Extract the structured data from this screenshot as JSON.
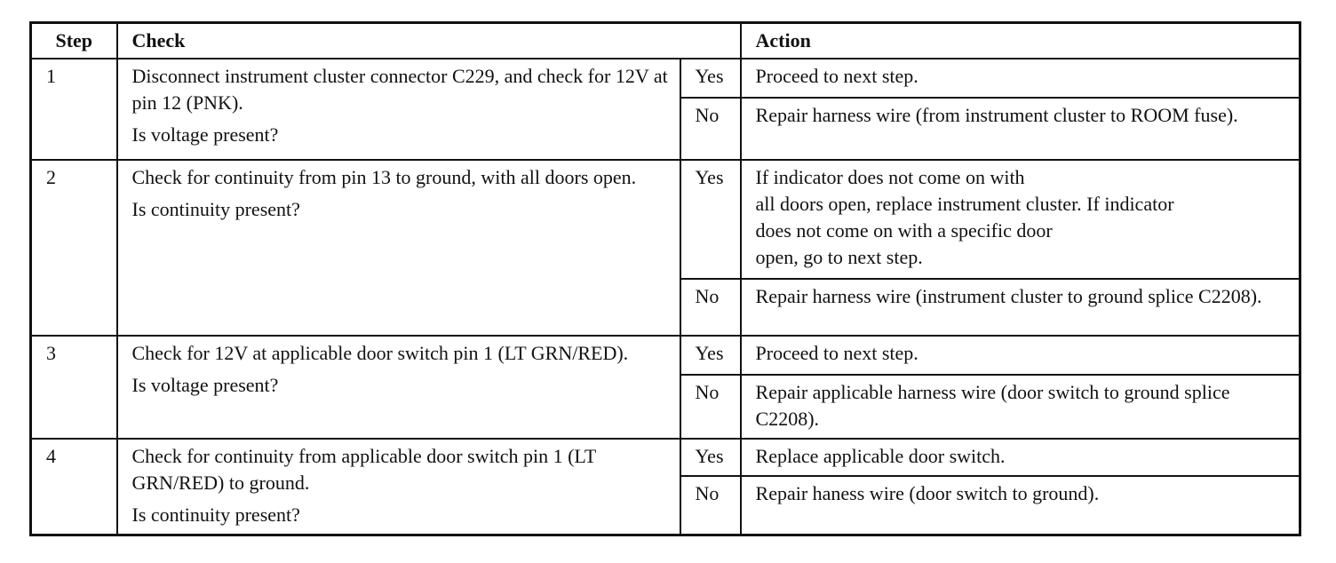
{
  "headers": {
    "step": "Step",
    "check": "Check",
    "action": "Action"
  },
  "rows": [
    {
      "step": "1",
      "check": "Disconnect instrument cluster connector C229, and check for 12V at pin 12 (PNK).",
      "question": "Is voltage present?",
      "yes_label": "Yes",
      "yes_action": "Proceed to next step.",
      "no_label": "No",
      "no_action": "Repair harness wire (from instrument cluster to ROOM fuse)."
    },
    {
      "step": "2",
      "check": "Check for continuity from pin 13 to ground, with all doors open.",
      "question": "Is continuity present?",
      "yes_label": "Yes",
      "yes_action": "If indicator does not come on with\nall doors open, replace instrument cluster.  If indicator\ndoes not come on with a specific door\nopen, go to next step.",
      "no_label": "No",
      "no_action": "Repair harness wire (instrument cluster to ground splice C2208)."
    },
    {
      "step": "3",
      "check": "Check for 12V at applicable door switch pin 1 (LT GRN/RED).",
      "question": "Is voltage present?",
      "yes_label": "Yes",
      "yes_action": "Proceed to next step.",
      "no_label": "No",
      "no_action": "Repair applicable harness wire (door switch to ground splice C2208)."
    },
    {
      "step": "4",
      "check": "Check for continuity from applicable door switch pin 1 (LT GRN/RED) to ground.",
      "question": "Is continuity present?",
      "yes_label": "Yes",
      "yes_action": "Replace applicable door switch.",
      "no_label": "No",
      "no_action": "Repair haness wire (door switch to ground)."
    }
  ]
}
